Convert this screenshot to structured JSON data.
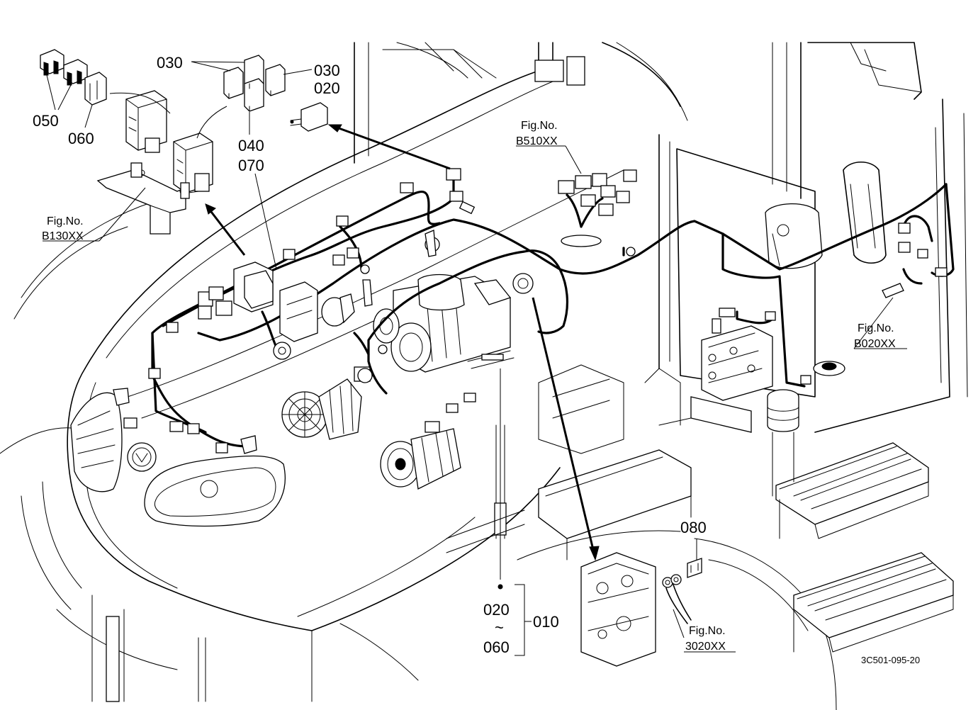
{
  "callouts": {
    "c050": "050",
    "c060": "060",
    "c030a": "030",
    "c030b": "030",
    "c020": "020",
    "c040": "040",
    "c070": "070",
    "c080": "080",
    "c010": "010",
    "range_from": "020",
    "range_tilde": "~",
    "range_to": "060"
  },
  "figure_refs": {
    "b130": {
      "label": "Fig.No.",
      "code": "B130XX"
    },
    "b510": {
      "label": "Fig.No.",
      "code": "B510XX"
    },
    "b020": {
      "label": "Fig.No.",
      "code": "B020XX"
    },
    "f3020": {
      "label": "Fig.No.",
      "code": "3020XX"
    }
  },
  "drawing_code": "3C501-095-20"
}
